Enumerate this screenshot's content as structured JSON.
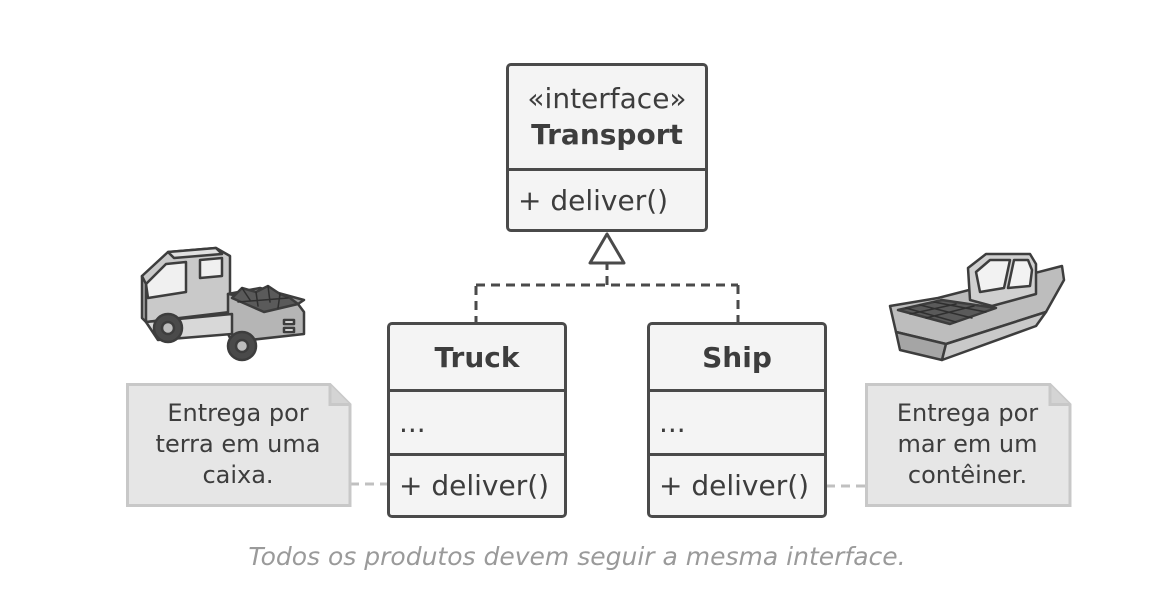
{
  "interface_box": {
    "stereotype": "«interface»",
    "name": "Transport",
    "method": "+ deliver()"
  },
  "truck_box": {
    "name": "Truck",
    "fields": "...",
    "method": "+ deliver()"
  },
  "ship_box": {
    "name": "Ship",
    "fields": "...",
    "method": "+ deliver()"
  },
  "truck_note": {
    "lines": [
      "Entrega por",
      "terra em uma",
      "caixa."
    ]
  },
  "ship_note": {
    "lines": [
      "Entrega por",
      "mar em um",
      "contêiner."
    ]
  },
  "caption": "Todos os produtos devem seguir a mesma interface.",
  "icons": {
    "truck": "truck-icon",
    "ship": "boat-icon"
  },
  "colors": {
    "outline": "#4a4a4a",
    "box_fill": "#f4f4f4",
    "note_fill": "#e6e6e6",
    "caption": "#9a9a9a"
  }
}
